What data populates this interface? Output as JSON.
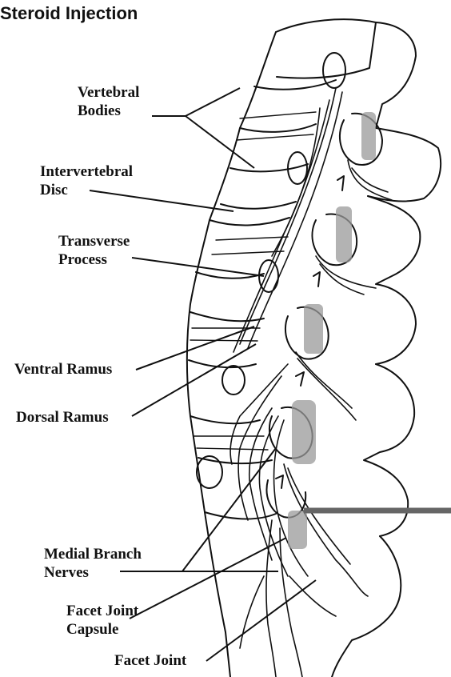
{
  "title": "Steroid Injection",
  "labels": {
    "vertebral_bodies": [
      "Vertebral",
      "Bodies"
    ],
    "intervertebral_disc": [
      "Intervertebral",
      "Disc"
    ],
    "transverse_process": [
      "Transverse",
      "Process"
    ],
    "ventral_ramus": "Ventral Ramus",
    "dorsal_ramus": "Dorsal Ramus",
    "medial_branch_nerves": [
      "Medial Branch",
      "Nerves"
    ],
    "facet_joint_capsule": [
      "Facet Joint",
      "Capsule"
    ],
    "facet_joint": "Facet Joint"
  },
  "colors": {
    "line": "#111111",
    "needle": "#666666",
    "shading": "#555555"
  }
}
